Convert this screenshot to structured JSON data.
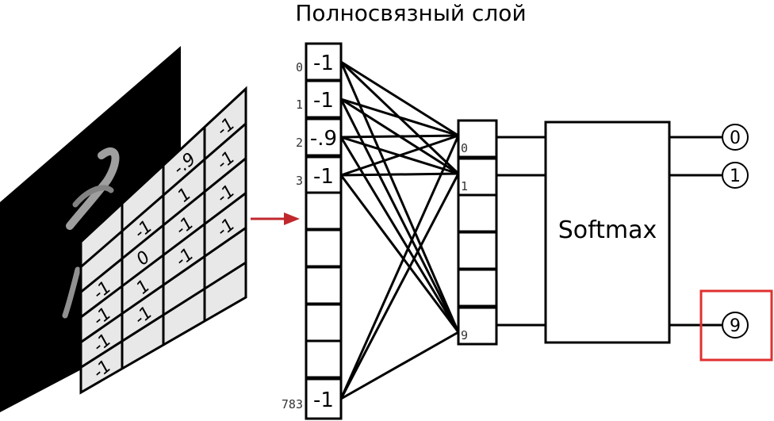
{
  "title": "Полносвязный слой",
  "image_grid": {
    "rows": [
      [
        "",
        "",
        "-.9",
        "-1"
      ],
      [
        "",
        "-1",
        "1",
        "-1"
      ],
      [
        "-1",
        "0",
        "-1",
        "-1"
      ],
      [
        "-1",
        "1",
        "-1",
        "-1"
      ],
      [
        "-1",
        "-1",
        "",
        ""
      ],
      [
        "-1",
        "",
        "",
        ""
      ]
    ]
  },
  "input_layer": {
    "cells": [
      {
        "index": "0",
        "value": "-1"
      },
      {
        "index": "1",
        "value": "-1"
      },
      {
        "index": "2",
        "value": "-.9"
      },
      {
        "index": "3",
        "value": "-1"
      },
      {
        "index": "",
        "value": ""
      },
      {
        "index": "",
        "value": ""
      },
      {
        "index": "",
        "value": ""
      },
      {
        "index": "",
        "value": ""
      },
      {
        "index": "",
        "value": ""
      },
      {
        "index": "783",
        "value": "-1"
      }
    ]
  },
  "output_layer": {
    "labels": [
      "0",
      "1",
      "",
      "",
      "",
      "9"
    ]
  },
  "softmax": {
    "label": "Softmax"
  },
  "outputs": [
    {
      "digit": "0"
    },
    {
      "digit": "1"
    },
    {
      "digit": "9"
    }
  ],
  "colors": {
    "arrow": "#c0282d",
    "highlight": "#e03030",
    "grid_fill": "#e8e8e8"
  }
}
